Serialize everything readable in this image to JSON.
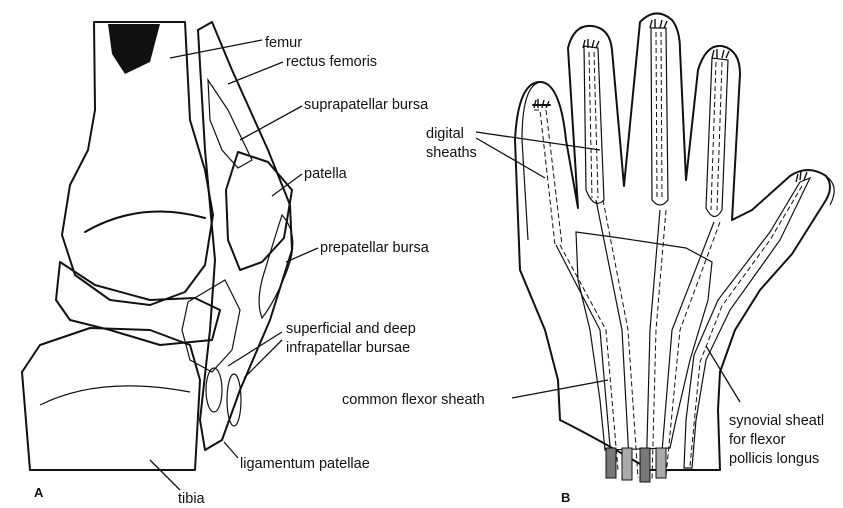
{
  "panel_a": {
    "letter": "A",
    "labels": {
      "femur": "femur",
      "rectus_femoris": "rectus femoris",
      "suprapatellar_bursa": "suprapatellar bursa",
      "patella": "patella",
      "prepatellar_bursa": "prepatellar bursa",
      "infrapatellar_line1": "superficial and deep",
      "infrapatellar_line2": "infrapatellar bursae",
      "ligamentum_patellae": "ligamentum patellae",
      "tibia": "tibia"
    }
  },
  "panel_b": {
    "letter": "B",
    "labels": {
      "digital_line1": "digital",
      "digital_line2": "sheaths",
      "common_flexor_sheath": "common flexor sheath",
      "synovial_line1": "synovial sheatl",
      "synovial_line2": "for flexor",
      "synovial_line3": "pollicis longus"
    }
  }
}
